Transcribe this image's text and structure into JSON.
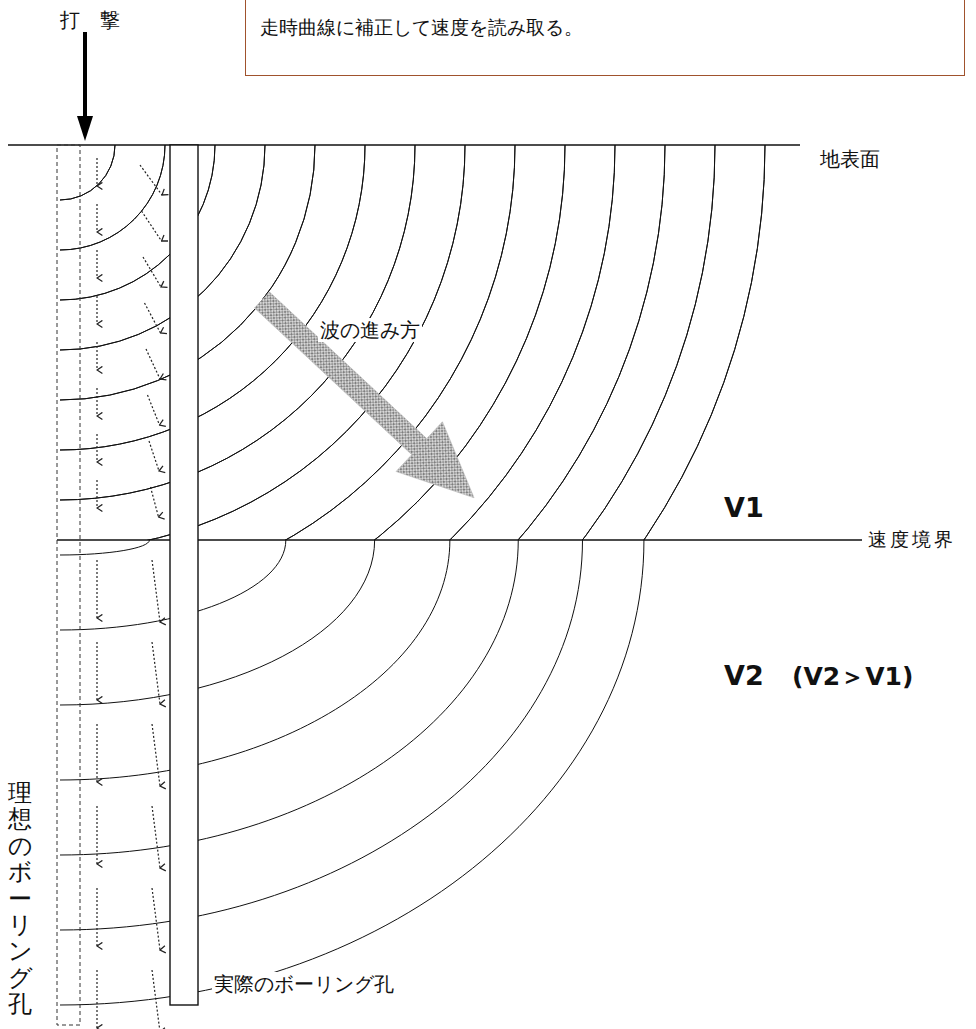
{
  "diagram": {
    "nodes": [
      {
        "text": [
          "走時曲線に補正して速度を読み取る。"
        ]
      }
    ],
    "labels": [
      "打　撃",
      "地表面",
      "波の進み方",
      "V1",
      "速度境界",
      "V2",
      "(V2＞V1)",
      "理想のボーリング孔",
      "実際のボーリング孔"
    ]
  }
}
